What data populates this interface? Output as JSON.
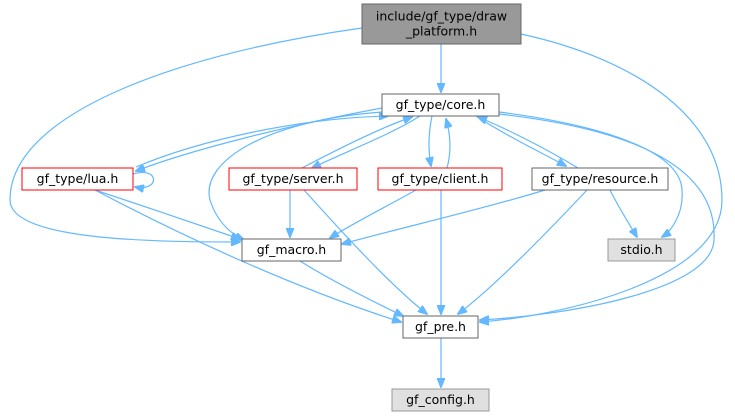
{
  "diagram": {
    "colors": {
      "edge": "#63b8ff",
      "root_fill": "#999999",
      "root_border": "#666666",
      "normal_border": "#666666",
      "incomplete_border": "#ff0000",
      "system_fill": "#e0e0e0",
      "system_border": "#999999"
    },
    "nodes": [
      {
        "id": "root",
        "lines": [
          "include/gf_type/draw",
          "_platform.h"
        ],
        "kind": "root"
      },
      {
        "id": "core",
        "lines": [
          "gf_type/core.h"
        ],
        "kind": "normal"
      },
      {
        "id": "lua",
        "lines": [
          "gf_type/lua.h"
        ],
        "kind": "incomplete"
      },
      {
        "id": "server",
        "lines": [
          "gf_type/server.h"
        ],
        "kind": "incomplete"
      },
      {
        "id": "client",
        "lines": [
          "gf_type/client.h"
        ],
        "kind": "incomplete"
      },
      {
        "id": "resource",
        "lines": [
          "gf_type/resource.h"
        ],
        "kind": "normal"
      },
      {
        "id": "stdio",
        "lines": [
          "stdio.h"
        ],
        "kind": "system"
      },
      {
        "id": "macro",
        "lines": [
          "gf_macro.h"
        ],
        "kind": "normal"
      },
      {
        "id": "pre",
        "lines": [
          "gf_pre.h"
        ],
        "kind": "normal"
      },
      {
        "id": "config",
        "lines": [
          "gf_config.h"
        ],
        "kind": "system"
      }
    ],
    "edges": [
      {
        "from": "root",
        "to": "core"
      },
      {
        "from": "root",
        "to": "macro"
      },
      {
        "from": "root",
        "to": "pre"
      },
      {
        "from": "core",
        "to": "lua"
      },
      {
        "from": "core",
        "to": "server"
      },
      {
        "from": "core",
        "to": "client"
      },
      {
        "from": "core",
        "to": "resource"
      },
      {
        "from": "core",
        "to": "stdio"
      },
      {
        "from": "core",
        "to": "macro"
      },
      {
        "from": "core",
        "to": "pre"
      },
      {
        "from": "lua",
        "to": "core"
      },
      {
        "from": "lua",
        "to": "lua"
      },
      {
        "from": "lua",
        "to": "macro"
      },
      {
        "from": "lua",
        "to": "pre"
      },
      {
        "from": "server",
        "to": "core"
      },
      {
        "from": "server",
        "to": "macro"
      },
      {
        "from": "server",
        "to": "pre"
      },
      {
        "from": "client",
        "to": "core"
      },
      {
        "from": "client",
        "to": "macro"
      },
      {
        "from": "client",
        "to": "pre"
      },
      {
        "from": "resource",
        "to": "core"
      },
      {
        "from": "resource",
        "to": "stdio"
      },
      {
        "from": "resource",
        "to": "macro"
      },
      {
        "from": "resource",
        "to": "pre"
      },
      {
        "from": "macro",
        "to": "pre"
      },
      {
        "from": "pre",
        "to": "config"
      }
    ]
  }
}
